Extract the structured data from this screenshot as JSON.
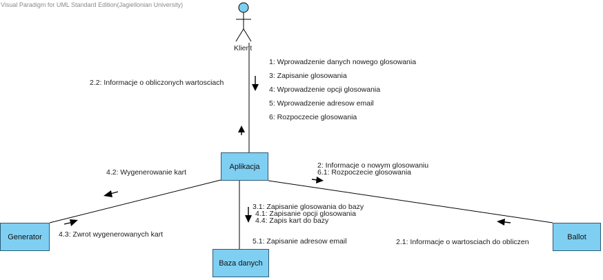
{
  "watermark": "Visual Paradigm for UML Standard Edition(Jagiellonian University)",
  "actor": {
    "name": "Klient"
  },
  "objects": {
    "aplikacja": "Aplikacja",
    "generator": "Generator",
    "baza": "Baza danych",
    "ballot": "Ballot"
  },
  "messages": {
    "klient_to_app": [
      "1: Wprowadzenie danych nowego glosowania",
      "3: Zapisanie glosowania",
      "4: Wprowadzenie opcji glosowania",
      "5: Wprowadzenie adresow email",
      "6: Rozpoczecie glosowania"
    ],
    "app_to_klient": "2.2: Informacje o obliczonych wartosciach",
    "app_to_generator": "4.2: Wygenerowanie kart",
    "generator_to_app": "4.3: Zwrot wygenerowanych kart",
    "app_to_baza": [
      "3.1: Zapisanie glosowania do bazy",
      "4.1: Zapisanie opcji glosowania",
      "4.4: Zapis kart do bazy"
    ],
    "app_to_baza_email": "5.1: Zapisanie adresow  email",
    "app_to_ballot": [
      "2: Informacje o nowym glosowaniu",
      "6.1: Rozpoczecie glosowania"
    ],
    "ballot_to_app": "2.1: Informacje o wartosciach do obliczen"
  },
  "colors": {
    "box_fill": "#7ecff2",
    "box_border": "#2b5a76",
    "line": "#000000"
  }
}
